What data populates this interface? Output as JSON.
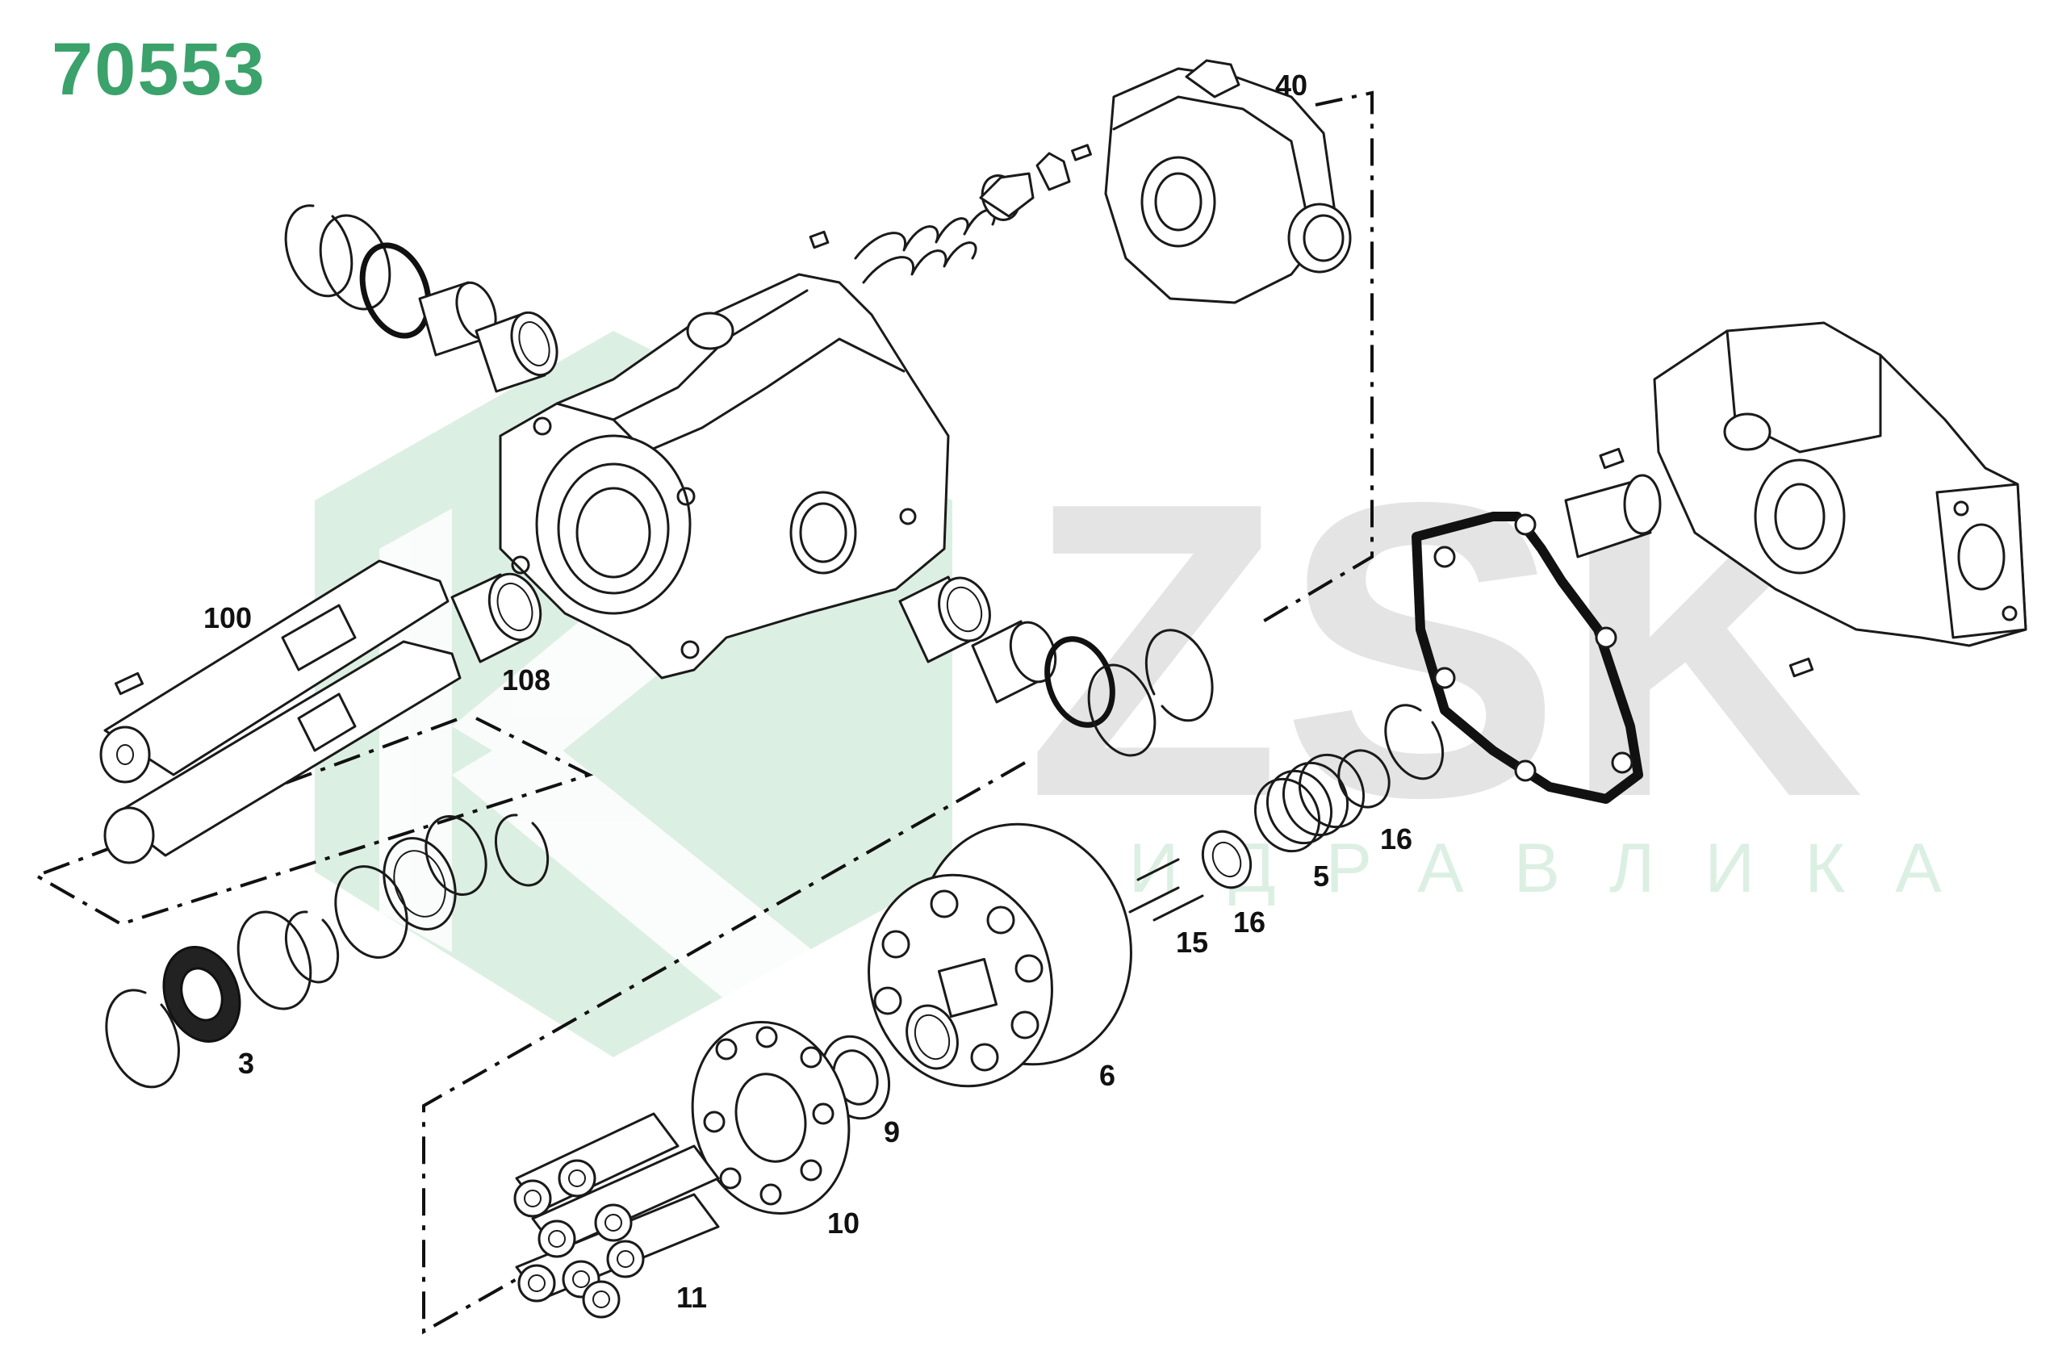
{
  "document": {
    "id": "70553"
  },
  "watermark": {
    "brand": "ZSK",
    "tagline": "ГИДРАВЛИКА"
  },
  "callouts": {
    "c40": "40",
    "c100": "100",
    "c108": "108",
    "c3": "3",
    "c6": "6",
    "c5": "5",
    "c16a": "16",
    "c16b": "16",
    "c15": "15",
    "c9": "9",
    "c10": "10",
    "c11": "11"
  },
  "colors": {
    "accent_green": "#3aa26a",
    "watermark_green": "#dcefe3",
    "watermark_gray": "#e4e4e4",
    "line": "#1a1a1a"
  }
}
